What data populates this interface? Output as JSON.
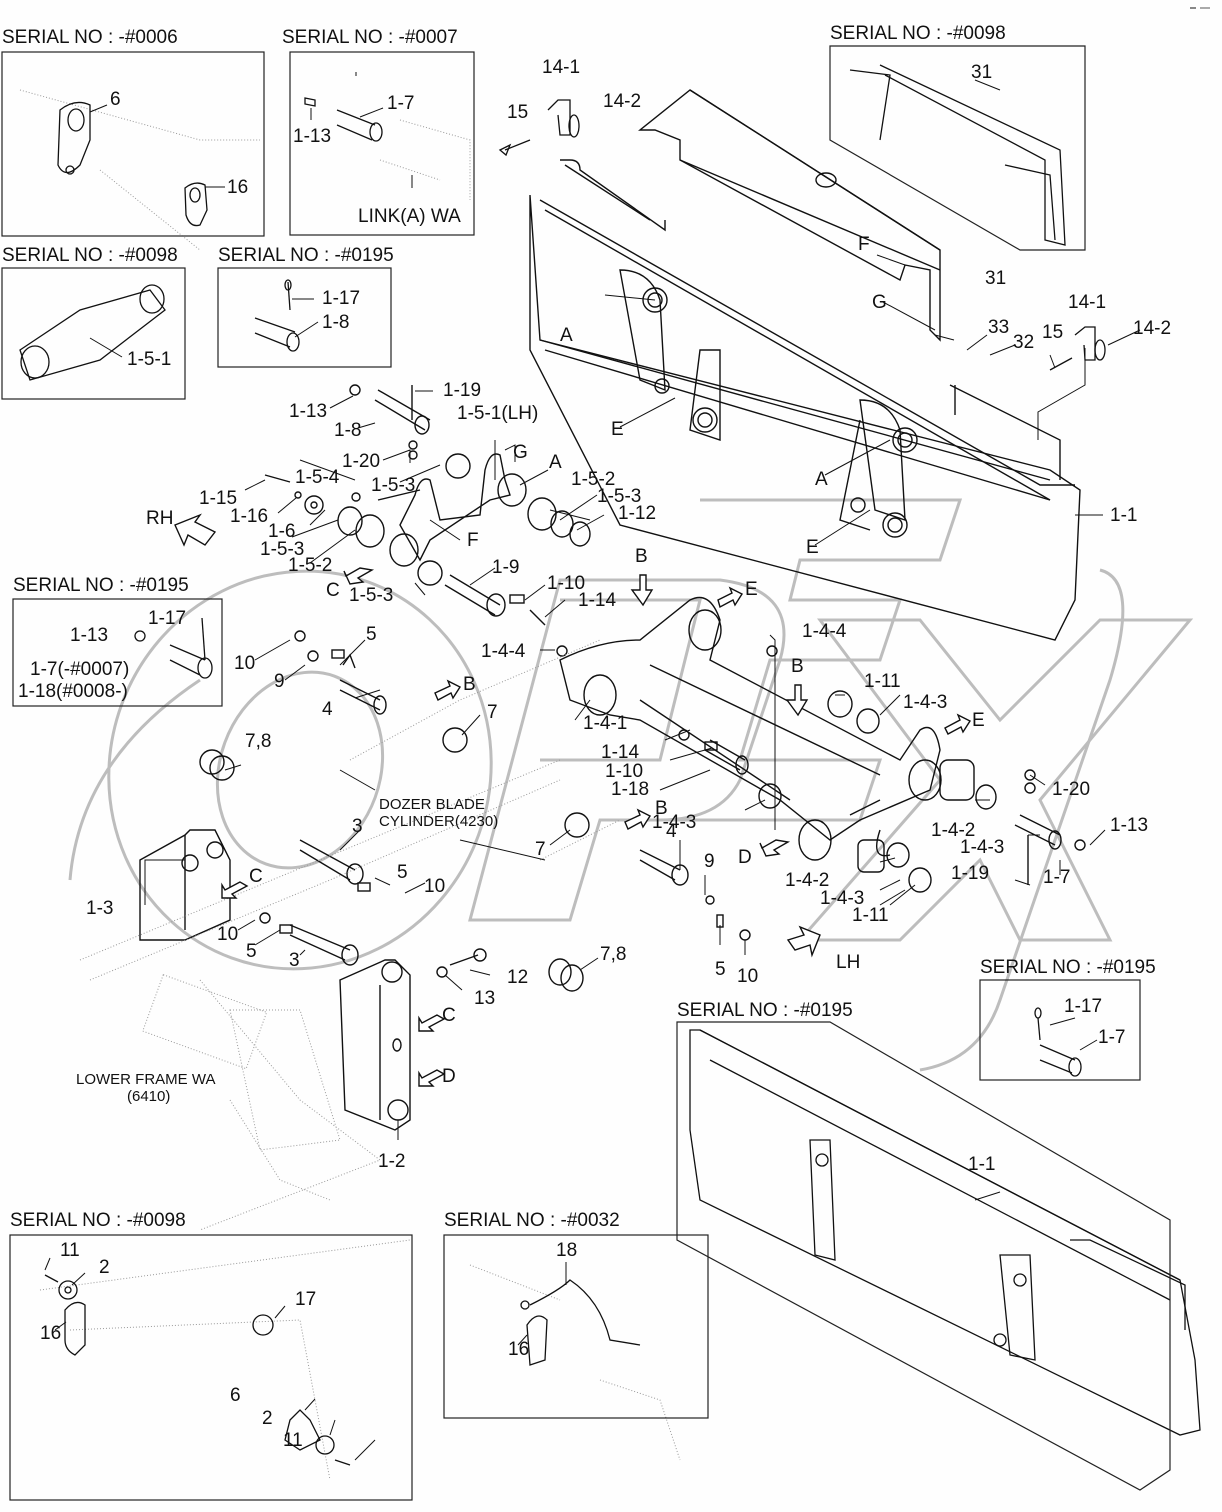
{
  "title": "Dozer blade assembly exploded parts diagram",
  "watermark": "OPEX",
  "insets": [
    {
      "id": "inset-0006",
      "serial": "SERIAL NO : -#0006",
      "labels": [
        "6",
        "16"
      ]
    },
    {
      "id": "inset-0007",
      "serial": "SERIAL NO : -#0007",
      "labels": [
        "1-13",
        "1-7",
        "LINK(A) WA"
      ]
    },
    {
      "id": "inset-0098-top",
      "serial": "SERIAL NO : -#0098",
      "labels": [
        "31"
      ]
    },
    {
      "id": "inset-0098-link",
      "serial": "SERIAL NO : -#0098",
      "labels": [
        "1-5-1"
      ]
    },
    {
      "id": "inset-0195-pin",
      "serial": "SERIAL NO : -#0195",
      "labels": [
        "1-17",
        "1-8"
      ]
    },
    {
      "id": "inset-0195-left",
      "serial": "SERIAL NO : -#0195",
      "labels": [
        "1-17",
        "1-13",
        "1-7(-#0007)",
        "1-18(#0008-)"
      ]
    },
    {
      "id": "inset-0195-right",
      "serial": "SERIAL NO : -#0195",
      "labels": [
        "1-17",
        "1-7"
      ]
    },
    {
      "id": "inset-0195-blade",
      "serial": "SERIAL NO : -#0195",
      "labels": [
        "1-1"
      ]
    },
    {
      "id": "inset-0098-bottom",
      "serial": "SERIAL NO : -#0098",
      "labels": [
        "11",
        "2",
        "16",
        "17",
        "6",
        "2",
        "11"
      ]
    },
    {
      "id": "inset-0032",
      "serial": "SERIAL NO : -#0032",
      "labels": [
        "18",
        "16"
      ]
    }
  ],
  "main_labels": {
    "p14_1_a": "14-1",
    "p14_2_a": "14-2",
    "p15_a": "15",
    "F_top": "F",
    "p31": "31",
    "G_top": "G",
    "p33": "33",
    "p32": "32",
    "p15_b": "15",
    "p14_1_b": "14-1",
    "p14_2_b": "14-2",
    "A_1": "A",
    "E_1": "E",
    "A_2": "A",
    "E_2": "E",
    "p1_1": "1-1",
    "p1_19": "1-19",
    "p1_13a": "1-13",
    "p1_8": "1-8",
    "p1_5_1lh": "1-5-1(LH)",
    "p1_20a": "1-20",
    "G_mid": "G",
    "A_mid": "A",
    "p1_5_3a": "1-5-3",
    "p1_15": "1-15",
    "p1_5_4": "1-5-4",
    "p1_16": "1-16",
    "p1_6": "1-6",
    "p1_5_3b": "1-5-3",
    "p1_5_2a": "1-5-2",
    "p1_5_2b": "1-5-2",
    "p1_5_3c": "1-5-3",
    "p1_12": "1-12",
    "F_mid": "F",
    "RH": "RH",
    "C_1": "C",
    "p1_5_3d": "1-5-3",
    "p1_9": "1-9",
    "p1_10a": "1-10",
    "p1_14a": "1-14",
    "B_1": "B",
    "E_3": "E",
    "p5a": "5",
    "p10a": "10",
    "p9a": "9",
    "p4a": "4",
    "B_2": "B",
    "p7a": "7",
    "p7_8a": "7,8",
    "p1_4_4a": "1-4-4",
    "p1_4_4b": "1-4-4",
    "B_3": "B",
    "p1_11a": "1-11",
    "p1_4_3a": "1-4-3",
    "E_4": "E",
    "p1_4_1": "1-4-1",
    "p1_14b": "1-14",
    "p1_10b": "1-10",
    "p1_18": "1-18",
    "p1_4_3b": "1-4-3",
    "p1_20b": "1-20",
    "p1_4_2a": "1-4-2",
    "p1_4_3c": "1-4-3",
    "p1_13b": "1-13",
    "p1_7": "1-7",
    "p1_19b": "1-19",
    "D_1": "D",
    "p1_4_2b": "1-4-2",
    "p1_4_3d": "1-4-3",
    "p1_11b": "1-11",
    "B_4": "B",
    "p7b": "7",
    "p4b": "4",
    "p9b": "9",
    "p5b": "5",
    "p10b": "10",
    "LH": "LH",
    "dozer_cyl": "DOZER BLADE",
    "dozer_cyl2": "CYLINDER(4230)",
    "p3a": "3",
    "p5c": "5",
    "p10c": "10",
    "C_2": "C",
    "p1_3": "1-3",
    "p10d": "10",
    "p5d": "5",
    "p3b": "3",
    "p12": "12",
    "p13": "13",
    "p7_8b": "7,8",
    "C_3": "C",
    "D_2": "D",
    "p1_2": "1-2",
    "lower_frame": "LOWER FRAME WA",
    "lower_frame2": "(6410)"
  }
}
